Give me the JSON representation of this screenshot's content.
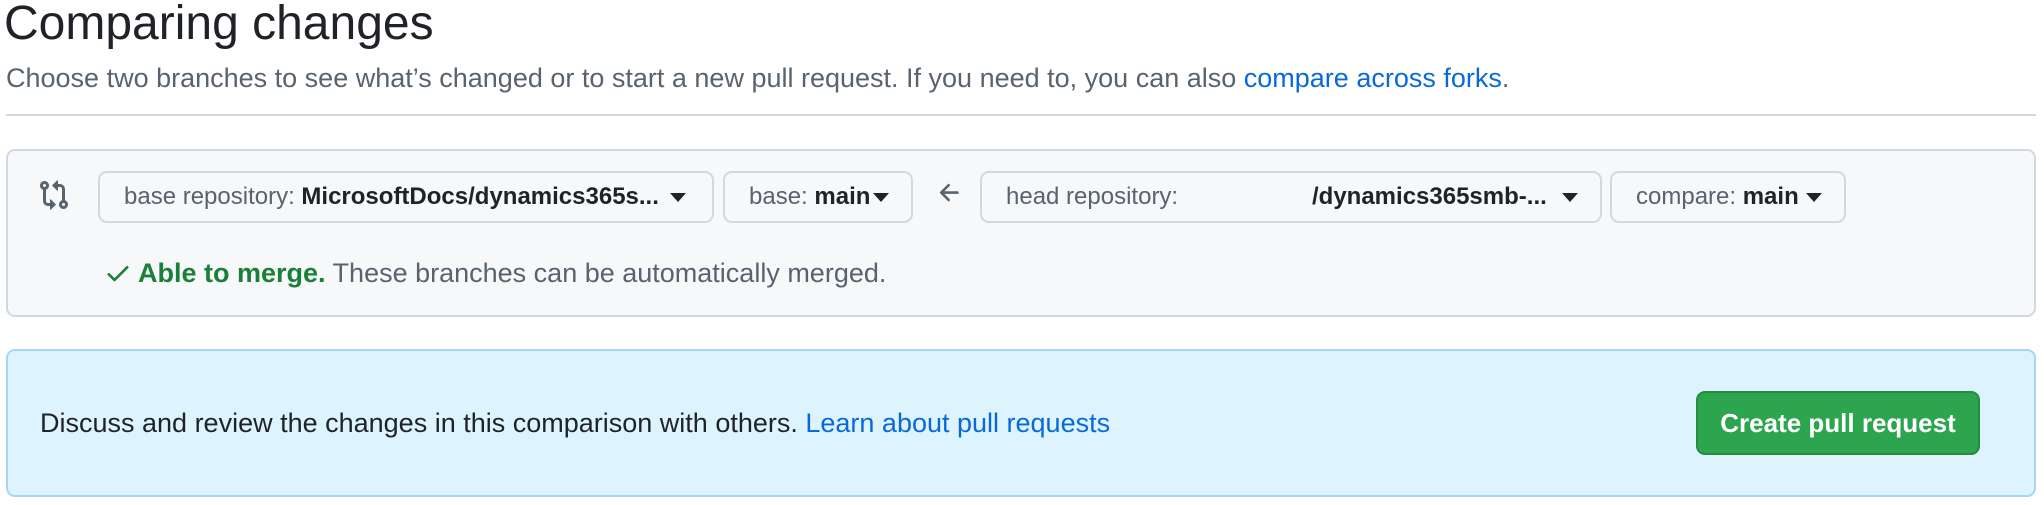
{
  "header": {
    "title": "Comparing changes",
    "subtitle": "Choose two branches to see what’s changed or to start a new pull request. If you need to, you can also ",
    "subtitle_link": "compare across forks",
    "subtitle_end": "."
  },
  "range": {
    "compare_icon": "git-compare-icon",
    "base_repo": {
      "label": "base repository: ",
      "value": "MicrosoftDocs/dynamics365s..."
    },
    "base_branch": {
      "label": "base: ",
      "value": "main"
    },
    "arrow_icon": "arrow-left-icon",
    "head_repo": {
      "label": "head repository: ",
      "value": "/dynamics365smb-..."
    },
    "compare_branch": {
      "label": "compare: ",
      "value": "main"
    },
    "merge_status": {
      "icon": "check-icon",
      "ok_text": "Able to merge.",
      "detail": " These branches can be automatically merged."
    }
  },
  "blank_slate": {
    "text": "Discuss and review the changes in this comparison with others. ",
    "link": "Learn about pull requests",
    "button": "Create pull request"
  },
  "colors": {
    "accent": "#0969da",
    "success": "#1a7f37",
    "button_green": "#2da44e",
    "info_bg": "#ddf4ff"
  }
}
